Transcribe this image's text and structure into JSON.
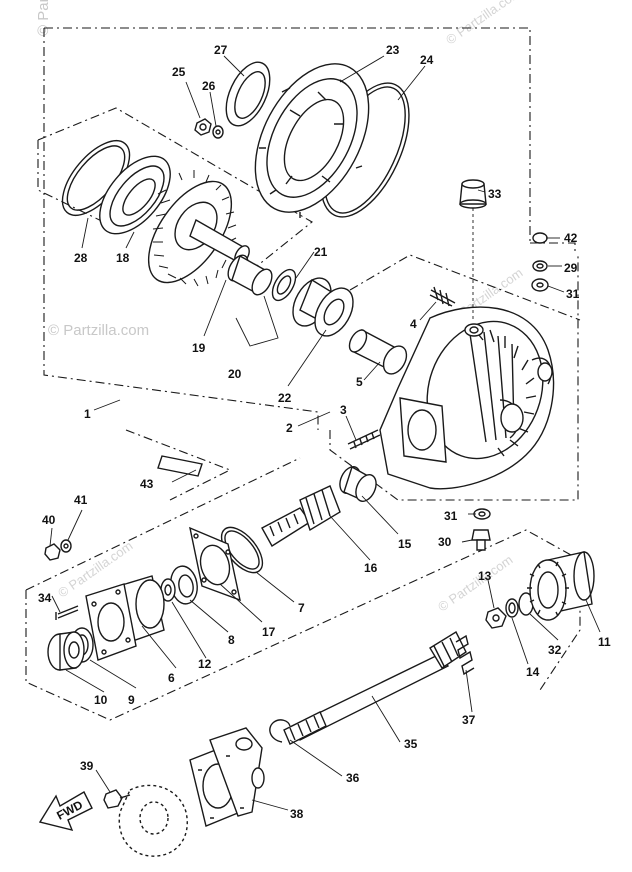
{
  "watermarks": [
    "© Partzilla.com",
    "© Partzilla.com",
    "© Partzilla.com",
    "© Partzilla.com",
    "© Partzilla.com",
    "© Partzilla.com"
  ],
  "front_arrow_label": "FWD",
  "callouts": [
    "1",
    "2",
    "3",
    "4",
    "5",
    "6",
    "7",
    "8",
    "9",
    "10",
    "11",
    "12",
    "13",
    "14",
    "15",
    "16",
    "17",
    "18",
    "19",
    "20",
    "21",
    "22",
    "23",
    "24",
    "25",
    "26",
    "27",
    "28",
    "29",
    "30",
    "31",
    "31",
    "32",
    "33",
    "34",
    "35",
    "36",
    "37",
    "38",
    "39",
    "40",
    "41",
    "42",
    "43"
  ]
}
